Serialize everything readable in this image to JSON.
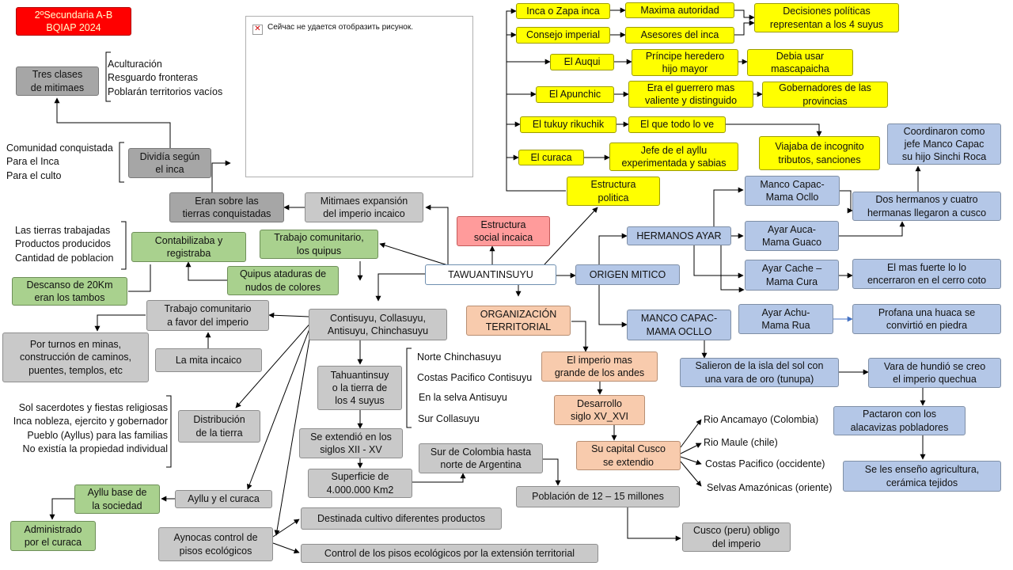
{
  "badge": "2ºSecundaria A-B\nBQIAP 2024",
  "image_placeholder": {
    "icon": "broken-image-icon",
    "message": "Сейчас не удается отобразить рисунок."
  },
  "center": "TAWUANTINSUYU",
  "estructura_politica": {
    "title": "Estructura\npolitica",
    "rows": [
      [
        "Inca o Zapa inca",
        "Maxima autoridad",
        "Decisiones políticas\nrepresentan  a los 4 suyus"
      ],
      [
        "Consejo imperial",
        "Asesores del inca"
      ],
      [
        "El Auqui",
        "Príncipe heredero\nhijo mayor",
        "Debia usar\nmascapaicha"
      ],
      [
        "El Apunchic",
        "Era el guerrero mas\nvaliente y distinguido",
        "Gobernadores de las\nprovincias"
      ],
      [
        "El tukuy rikuchik",
        "El que todo lo ve",
        "Viajaba de incognito\ntributos, sanciones"
      ],
      [
        "El curaca",
        "Jefe de el ayllu\nexperimentada y sabias"
      ]
    ]
  },
  "origen_mitico": {
    "title": "ORIGEN MITICO",
    "hermanos_ayar": "HERMANOS AYAR",
    "manco_mama_hermano": "Manco Capac-\nMama Ocllo",
    "auca": "Ayar Auca-\nMama Guaco",
    "cache": "Ayar Cache –\nMama Cura",
    "achu": "Ayar Achu-\nMama Rua",
    "dos_hermanos": "Dos hermanos y cuatro\nhermanas llegaron a cusco",
    "coordinaron": "Coordinaron como\njefe Manco Capac\nsu hijo Sinchi Roca",
    "mas_fuerte": "El mas fuerte lo lo\nencerraron en el cerro coto",
    "profana": "Profana una huaca se\nconvirtió en piedra",
    "manco_capac": "MANCO CAPAC-\nMAMA OCLLO",
    "salieron": "Salieron de la isla del sol con\nuna vara de oro (tunupa)",
    "vara": "Vara de hundió se creo\nel imperio quechua",
    "pactaron": "Pactaron con los\nalacavizas pobladores",
    "ensenio": "Se les enseño agricultura,\ncerámica tejidos"
  },
  "organizacion": {
    "title": "ORGANIZACIÓN\nTERRITORIAL",
    "imperio": "El imperio mas\ngrande de los andes",
    "desarrollo": "Desarrollo\nsiglo XV_XVI",
    "capital": "Su capital Cusco\nse extendio",
    "direcciones": [
      "Rio Ancamayo (Colombia)",
      "Rio Maule (chile)",
      "Costas Pacifico (occidente)",
      "Selvas Amazónicas (oriente)"
    ],
    "poblacion": "Población de 12 – 15 millones",
    "cusco": "Cusco (peru) obligo\ndel imperio",
    "sur_colombia": "Sur de Colombia hasta\nnorte de Argentina"
  },
  "suyus": {
    "names": "Contisuyu, Collasuyu,\nAntisuyu, Chinchasuyu",
    "tierra4": "Tahuantinsuy\no la tierra de\nlos 4 suyus",
    "ubicaciones": [
      "Norte Chinchasuyu",
      "Costas Pacifico Contisuyu",
      "En la selva  Antisuyu",
      "Sur Collasuyu"
    ],
    "extendio": "Se extendió en los\nsiglos XII - XV",
    "superficie": "Superficie de\n4.000.000  Km2"
  },
  "social": {
    "estructura": "Estructura\nsocial incaica",
    "mitimaes": "Mitimaes expansión\ndel imperio incaico",
    "eran_sobre": "Eran sobre las\ntierras conquistadas",
    "dividia": "Dividía según\nel inca",
    "dividia_list": "Comunidad conquistada\nPara el Inca\nPara el culto",
    "tres_clases": "Tres clases\nde mitimaes",
    "tres_list": "Aculturación\nResguardo fronteras\nPoblarán territorios vacíos"
  },
  "quipus": {
    "trabajo": "Trabajo comunitario,\nlos quipus",
    "ataduras": "Quipus ataduras de\nnudos de colores",
    "contabilizaba": "Contabilizaba y\nregistraba",
    "cont_list": "Las tierras trabajadas\nProductos producidos\nCantidad de poblacion",
    "descanso": "Descanso de 20Km\neran los tambos"
  },
  "economia": {
    "trabajo_imperio": "Trabajo comunitario\na favor del imperio",
    "turnos": "Por turnos en minas,\nconstrucción de caminos,\npuentes, templos, etc",
    "mita": "La mita incaico",
    "distribucion": "Distribución\nde la tierra",
    "dist_list": "Sol sacerdotes y fiestas religiosas\nInca nobleza, ejercito y gobernador\nPueblo (Ayllus) para las familias\nNo existía la propiedad individual",
    "ayllu_curaca": "Ayllu y el curaca",
    "ayllu_base": "Ayllu base de\nla sociedad",
    "administrado": "Administrado\npor el curaca",
    "aynocas": "Aynocas control  de\npisos ecológicos",
    "destinada": "Destinada cultivo diferentes productos",
    "control": "Control de los pisos ecológicos por la extensión territorial"
  },
  "colors": {
    "yellow": "#ffff00",
    "blue": "#b4c7e7",
    "green": "#a9d18e",
    "gray": "#c9c9c9",
    "peach": "#f8cbad",
    "red": "#ff0000"
  }
}
